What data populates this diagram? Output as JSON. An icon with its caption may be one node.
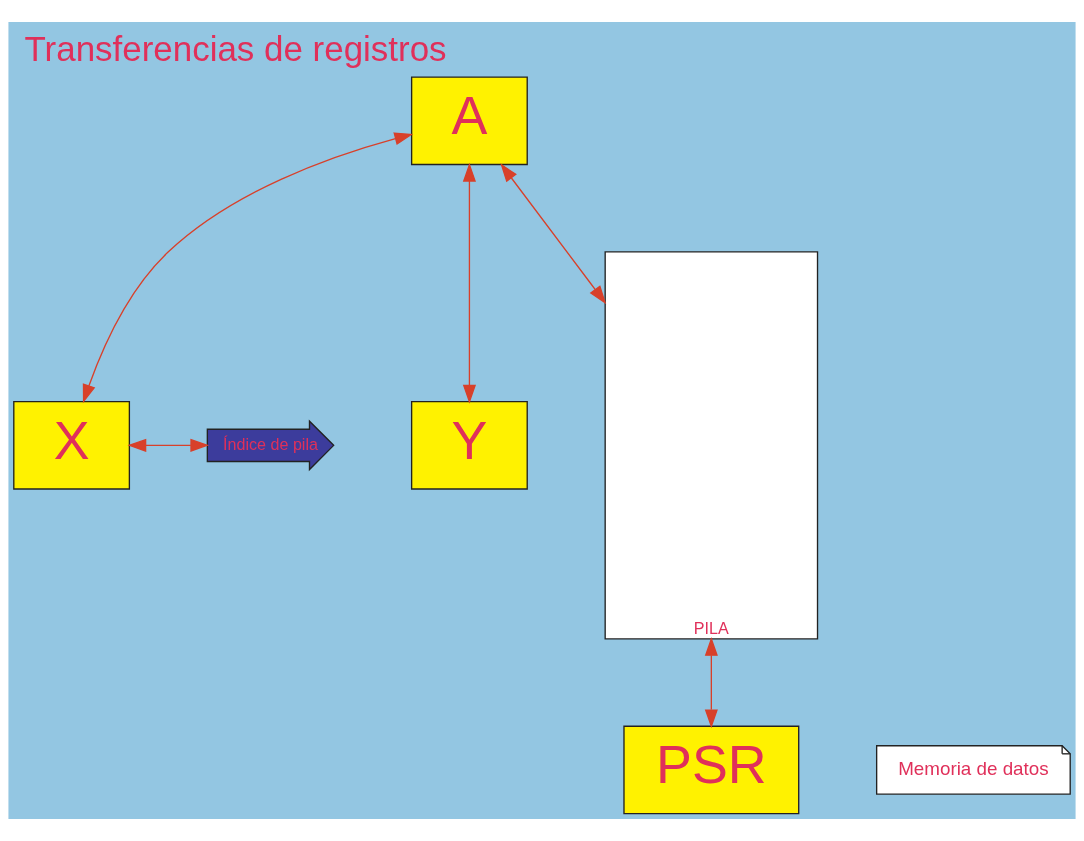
{
  "diagram": {
    "title": "Transferencias de registros",
    "nodes": [
      {
        "text": [
          "A"
        ]
      },
      {
        "text": [
          "X"
        ]
      },
      {
        "text": [
          "Y"
        ]
      },
      {
        "text": [
          "PILA"
        ]
      },
      {
        "text": [
          "Índice de pila"
        ]
      },
      {
        "text": [
          "PSR"
        ]
      },
      {
        "text": [
          "Memoria de datos"
        ]
      }
    ],
    "edges": [
      {
        "from": 0,
        "to": 1,
        "arrow": "both"
      },
      {
        "from": 0,
        "to": 3,
        "arrow": "both"
      },
      {
        "from": 0,
        "to": 2,
        "arrow": "both"
      },
      {
        "from": 1,
        "to": 4,
        "arrow": "both"
      },
      {
        "from": 3,
        "to": 5,
        "arrow": "both"
      }
    ]
  }
}
